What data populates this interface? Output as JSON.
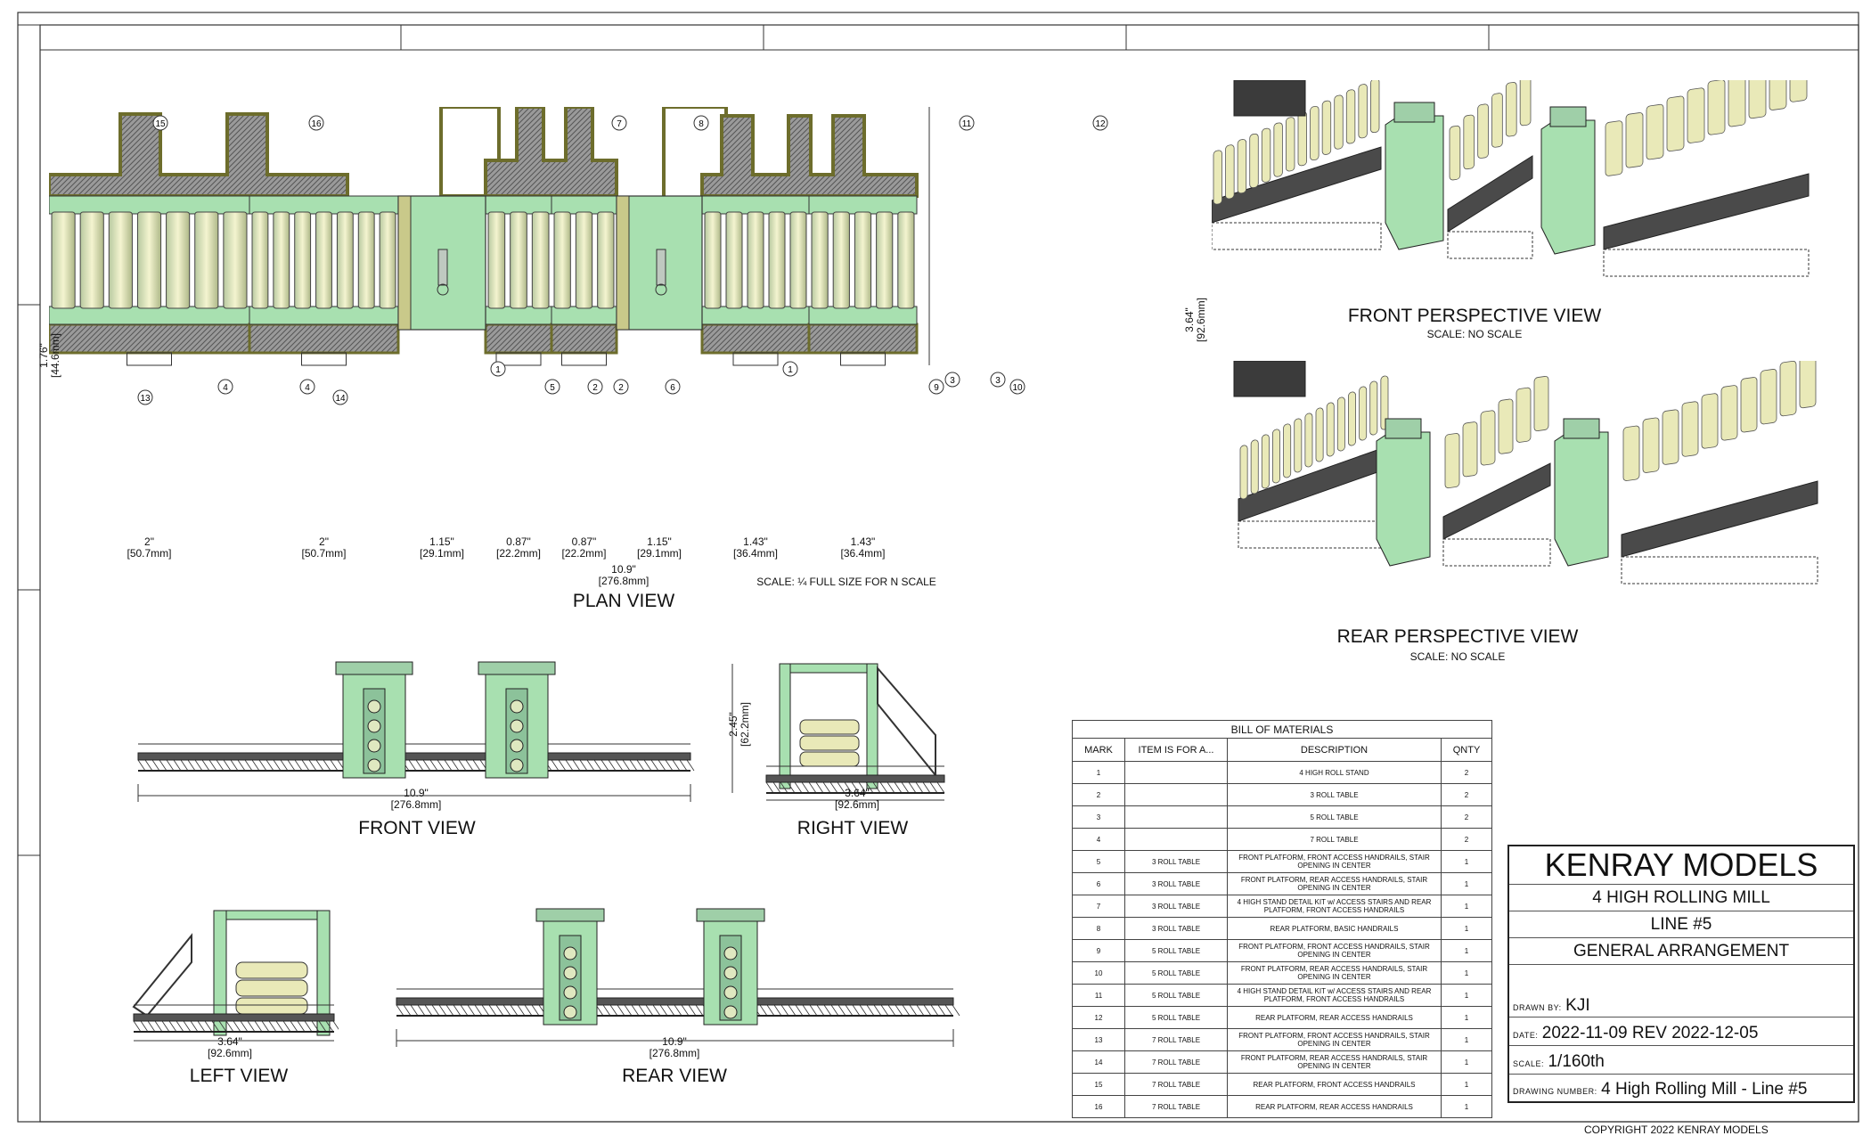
{
  "views": {
    "plan": "PLAN VIEW",
    "plan_scale": "SCALE: ¼ FULL SIZE FOR N SCALE",
    "front_perspective": "FRONT PERSPECTIVE VIEW",
    "front_perspective_scale": "SCALE: NO SCALE",
    "rear_perspective": "REAR PERSPECTIVE VIEW",
    "rear_perspective_scale": "SCALE: NO SCALE",
    "front": "FRONT VIEW",
    "right": "RIGHT VIEW",
    "left": "LEFT VIEW",
    "rear": "REAR VIEW"
  },
  "dimensions": {
    "plan_segments": [
      {
        "in": "2\"",
        "mm": "[50.7mm]"
      },
      {
        "in": "2\"",
        "mm": "[50.7mm]"
      },
      {
        "in": "1.15\"",
        "mm": "[29.1mm]"
      },
      {
        "in": "0.87\"",
        "mm": "[22.2mm]"
      },
      {
        "in": "0.87\"",
        "mm": "[22.2mm]"
      },
      {
        "in": "1.15\"",
        "mm": "[29.1mm]"
      },
      {
        "in": "1.43\"",
        "mm": "[36.4mm]"
      },
      {
        "in": "1.43\"",
        "mm": "[36.4mm]"
      }
    ],
    "plan_total_in": "10.9\"",
    "plan_total_mm": "[276.8mm]",
    "plan_height_left": "1.76\"",
    "plan_height_left_mm": "[44.6mm]",
    "plan_height_right": "3.64\"",
    "plan_height_right_mm": "[92.6mm]",
    "front_len_in": "10.9\"",
    "front_len_mm": "[276.8mm]",
    "right_width_in": "3.64\"",
    "right_width_mm": "[92.6mm]",
    "right_height_in": "2.45\"",
    "right_height_mm": "[62.2mm]",
    "left_width_in": "3.64\"",
    "left_width_mm": "[92.6mm]",
    "rear_len_in": "10.9\"",
    "rear_len_mm": "[276.8mm]"
  },
  "balloons_top": [
    "15",
    "16",
    "7",
    "8",
    "11",
    "12"
  ],
  "balloons_bottom": [
    "13",
    "4",
    "4",
    "14",
    "1",
    "5",
    "2",
    "2",
    "6",
    "1",
    "9",
    "3",
    "3",
    "10"
  ],
  "bom": {
    "title": "BILL OF MATERIALS",
    "headers": [
      "MARK",
      "ITEM IS FOR A...",
      "DESCRIPTION",
      "QNTY"
    ],
    "rows": [
      {
        "mark": "1",
        "item": "",
        "desc": "4 HIGH ROLL STAND",
        "qty": "2"
      },
      {
        "mark": "2",
        "item": "",
        "desc": "3 ROLL TABLE",
        "qty": "2"
      },
      {
        "mark": "3",
        "item": "",
        "desc": "5 ROLL TABLE",
        "qty": "2"
      },
      {
        "mark": "4",
        "item": "",
        "desc": "7 ROLL TABLE",
        "qty": "2"
      },
      {
        "mark": "5",
        "item": "3 ROLL TABLE",
        "desc": "FRONT PLATFORM, FRONT ACCESS HANDRAILS, STAIR OPENING IN CENTER",
        "qty": "1"
      },
      {
        "mark": "6",
        "item": "3 ROLL TABLE",
        "desc": "FRONT PLATFORM, REAR ACCESS HANDRAILS, STAIR OPENING IN CENTER",
        "qty": "1"
      },
      {
        "mark": "7",
        "item": "3 ROLL TABLE",
        "desc": "4 HIGH STAND DETAIL KIT w/ ACCESS STAIRS AND REAR PLATFORM, FRONT ACCESS HANDRAILS",
        "qty": "1"
      },
      {
        "mark": "8",
        "item": "3 ROLL TABLE",
        "desc": "REAR PLATFORM, BASIC HANDRAILS",
        "qty": "1"
      },
      {
        "mark": "9",
        "item": "5 ROLL TABLE",
        "desc": "FRONT PLATFORM, FRONT ACCESS HANDRAILS, STAIR OPENING IN CENTER",
        "qty": "1"
      },
      {
        "mark": "10",
        "item": "5 ROLL TABLE",
        "desc": "FRONT PLATFORM, REAR ACCESS HANDRAILS, STAIR OPENING IN CENTER",
        "qty": "1"
      },
      {
        "mark": "11",
        "item": "5 ROLL TABLE",
        "desc": "4 HIGH STAND DETAIL KIT w/ ACCESS STAIRS AND REAR PLATFORM, FRONT ACCESS HANDRAILS",
        "qty": "1"
      },
      {
        "mark": "12",
        "item": "5 ROLL TABLE",
        "desc": "REAR PLATFORM, REAR ACCESS HANDRAILS",
        "qty": "1"
      },
      {
        "mark": "13",
        "item": "7 ROLL TABLE",
        "desc": "FRONT PLATFORM, FRONT ACCESS HANDRAILS, STAIR OPENING IN CENTER",
        "qty": "1"
      },
      {
        "mark": "14",
        "item": "7 ROLL TABLE",
        "desc": "FRONT PLATFORM, REAR ACCESS HANDRAILS, STAIR OPENING IN CENTER",
        "qty": "1"
      },
      {
        "mark": "15",
        "item": "7 ROLL TABLE",
        "desc": "REAR PLATFORM, FRONT ACCESS HANDRAILS",
        "qty": "1"
      },
      {
        "mark": "16",
        "item": "7 ROLL TABLE",
        "desc": "REAR PLATFORM, REAR ACCESS HANDRAILS",
        "qty": "1"
      }
    ]
  },
  "title_block": {
    "company": "KENRAY MODELS",
    "line1": "4 HIGH ROLLING MILL",
    "line2": "LINE #5",
    "line3": "GENERAL ARRANGEMENT",
    "drawn_by_label": "DRAWN BY:",
    "drawn_by": "KJI",
    "date_label": "DATE:",
    "date": "2022-11-09 REV 2022-12-05",
    "scale_label": "SCALE:",
    "scale": "1/160th",
    "drawing_number_label": "DRAWING NUMBER:",
    "drawing_number": "4 High Rolling Mill - Line #5"
  },
  "copyright": "COPYRIGHT 2022 KENRAY MODELS",
  "colors": {
    "platform_olive": "#c9c98a",
    "stand_green": "#a8e0b0",
    "roll_cream": "#e9e9b8",
    "grate_gray": "#8a8a8a"
  }
}
